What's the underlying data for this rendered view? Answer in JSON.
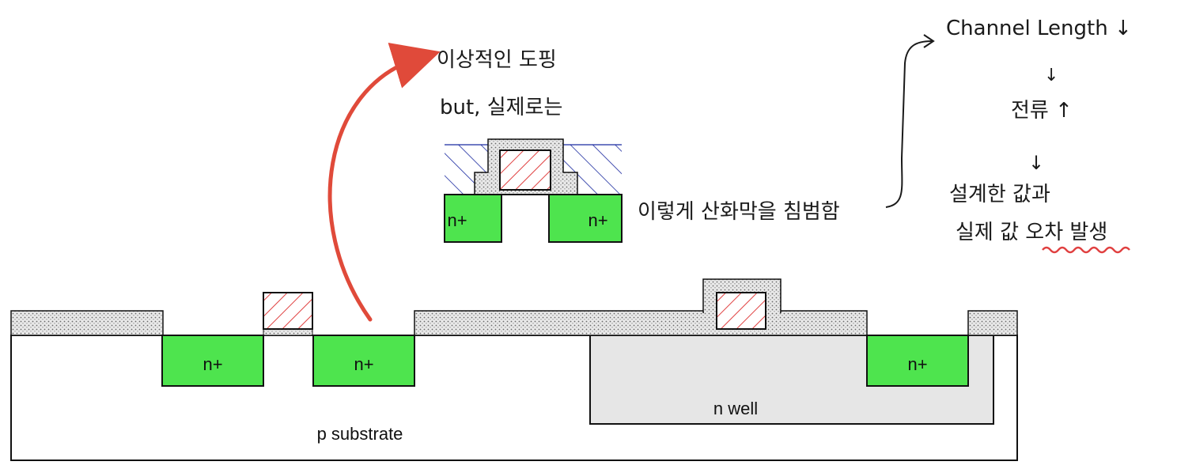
{
  "labels": {
    "p_substrate": "p substrate",
    "n_well": "n well",
    "n_plus": "n+"
  },
  "notes": {
    "ideal_doping": "이상적인 도핑",
    "but_actual": "but, 실제로는",
    "oxide_invasion": "이렇게 산화막을 침범함",
    "channel_length": "Channel Length ↓",
    "current_up": "전류 ↑",
    "design_value": "설계한 값과",
    "error_occurs": "실제 값 오차 발생",
    "down_arrow_1": "↓",
    "down_arrow_2": "↓"
  },
  "colors": {
    "n_plus_fill": "#4ee44e",
    "oxide_dots": "#cfcfcf",
    "gate_hatch": "#e04040",
    "field_hatch": "#1a2aa0",
    "n_well_fill": "#e6e6e6",
    "arrow_red": "#e04a3a",
    "underline_red": "#e04040"
  }
}
